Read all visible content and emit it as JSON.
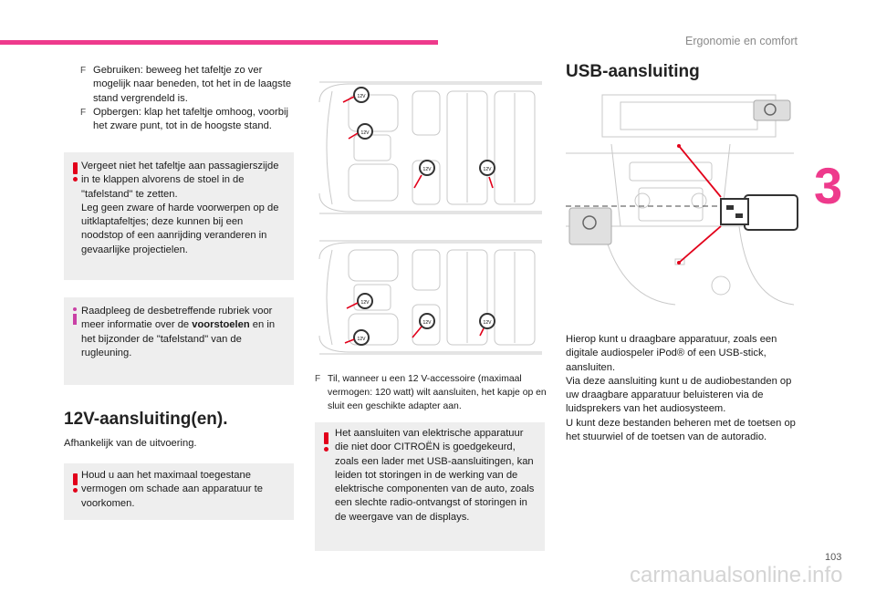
{
  "header": {
    "section": "Ergonomie en comfort",
    "chapter": "3"
  },
  "page": {
    "number": "103",
    "watermark": "carmanualsonline.info"
  },
  "table_use": {
    "bullets": [
      "Gebruiken: beweeg het tafeltje zo ver mogelijk naar beneden, tot het in de laagste stand vergrendeld is.",
      "Opbergen: klap het tafeltje omhoog, voorbij het zware punt, tot in de hoogste stand."
    ],
    "bullet_mark": "F"
  },
  "warning_table": {
    "text_1": "Vergeet niet het tafeltje aan passagierszijde in te klappen alvorens de stoel in de \"tafelstand\" te zetten.",
    "text_2": "Leg geen zware of harde voorwerpen op de uitklaptafeltjes; deze kunnen bij een noodstop of een aanrijding veranderen in gevaarlijke projectielen."
  },
  "info_seats": {
    "text_pre": "Raadpleeg de desbetreffende rubriek voor meer informatie over de ",
    "text_bold": "voorstoelen",
    "text_post": " en in het bijzonder de \"tafelstand\" van de rugleuning."
  },
  "section_12v": {
    "title": "12V-aansluiting(en).",
    "intro": "Afhankelijk van de uitvoering.",
    "warning": "Houd u aan het maximaal toegestane vermogen om schade aan apparatuur te voorkomen.",
    "bullet": "Til, wanneer u een 12 V-accessoire (maximaal vermogen: 120 watt) wilt aansluiten, het kapje op en sluit een geschikte adapter aan.",
    "warning_2": "Het aansluiten van elektrische apparatuur die niet door CITROËN is goedgekeurd, zoals een lader met USB-aansluitingen, kan leiden tot storingen in de werking van de elektrische componenten van de auto, zoals een slechte radio-ontvangst of storingen in de weergave van de displays.",
    "socket_label": "12V"
  },
  "section_usb": {
    "title": "USB-aansluiting",
    "text_1": "Hierop kunt u draagbare apparatuur, zoals een digitale audiospeler iPod® of een USB-stick, aansluiten.",
    "text_2": "Via deze aansluiting kunt u de audiobestanden op uw draagbare apparatuur beluisteren via de luidsprekers van het audiosysteem.",
    "text_3": "U kunt deze bestanden beheren met de toetsen op het stuurwiel of de toetsen van de autoradio."
  },
  "colors": {
    "accent": "#ee3a8c",
    "warning": "#e2001a",
    "info": "#c940a5",
    "box": "#eeeeee"
  }
}
